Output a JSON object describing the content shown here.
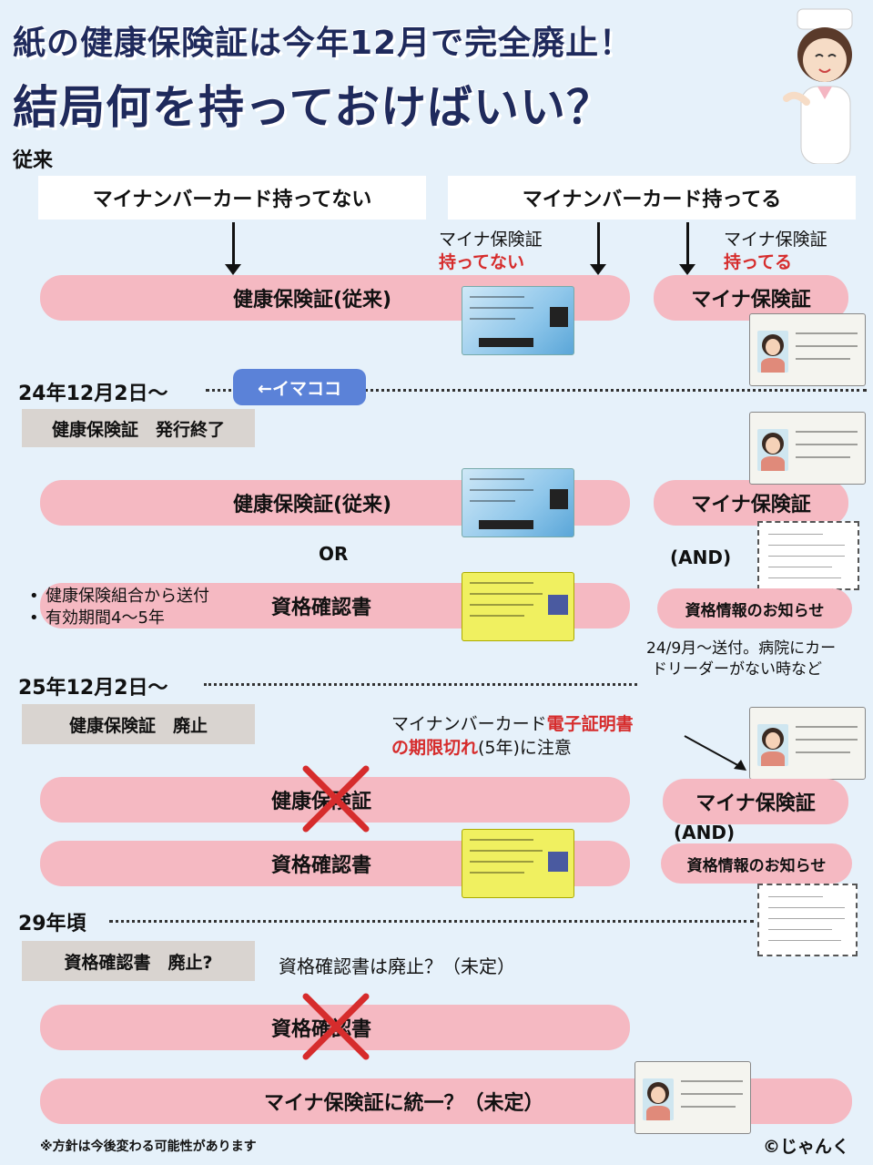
{
  "header": {
    "title_line1": "紙の健康保険証は今年12月で完全廃止！",
    "title_line2": "結局何を持っておけばいい？"
  },
  "section_conventional": {
    "label": "従来",
    "no_card_box": "マイナンバーカード持ってない",
    "has_card_box": "マイナンバーカード持ってる",
    "mynapass_no_label": "マイナ保険証",
    "mynapass_no_emph": "持ってない",
    "mynapass_yes_label": "マイナ保険証",
    "mynapass_yes_emph": "持ってる",
    "pill_insurance": "健康保険証(従来)",
    "pill_myna": "マイナ保険証"
  },
  "section_2024": {
    "date_label": "24年12月2日～",
    "now_tag": "←イマココ",
    "status_box": "健康保険証　発行終了",
    "pill_insurance": "健康保険証(従来)",
    "or_label": "OR",
    "pill_qualification": "資格確認書",
    "bullets": [
      "健康保険組合から送付",
      "有効期間4～5年"
    ],
    "pill_myna": "マイナ保険証",
    "and_label": "(AND)",
    "pill_notice": "資格情報のお知らせ",
    "notice_note_line1": "24/9月～送付。病院にカー",
    "notice_note_line2": "ドリーダーがない時など"
  },
  "section_2025": {
    "date_label": "25年12月2日～",
    "status_box": "健康保険証　廃止",
    "warning_line1_prefix": "マイナンバーカード",
    "warning_line1_emph": "電子証明書",
    "warning_line2_emph": "の期限切れ",
    "warning_line2_suffix": "(5年)に注意",
    "pill_insurance": "健康保険証",
    "pill_qualification": "資格確認書",
    "pill_myna": "マイナ保険証",
    "and_label": "(AND)",
    "pill_notice": "資格情報のお知らせ"
  },
  "section_2029": {
    "date_label": "29年頃",
    "status_box": "資格確認書　廃止?",
    "note": "資格確認書は廃止？（未定）",
    "pill_qualification": "資格確認書",
    "pill_unified": "マイナ保険証に統一？（未定）"
  },
  "footer": {
    "disclaimer": "※方針は今後変わる可能性があります",
    "credit": "©じゃんく"
  },
  "colors": {
    "background": "#e6f1fa",
    "pill": "#f5b9c2",
    "title": "#1f2a5c",
    "emphasis_red": "#d62c2c",
    "now_tag": "#5b82d8",
    "status_box": "#d9d4d0"
  }
}
